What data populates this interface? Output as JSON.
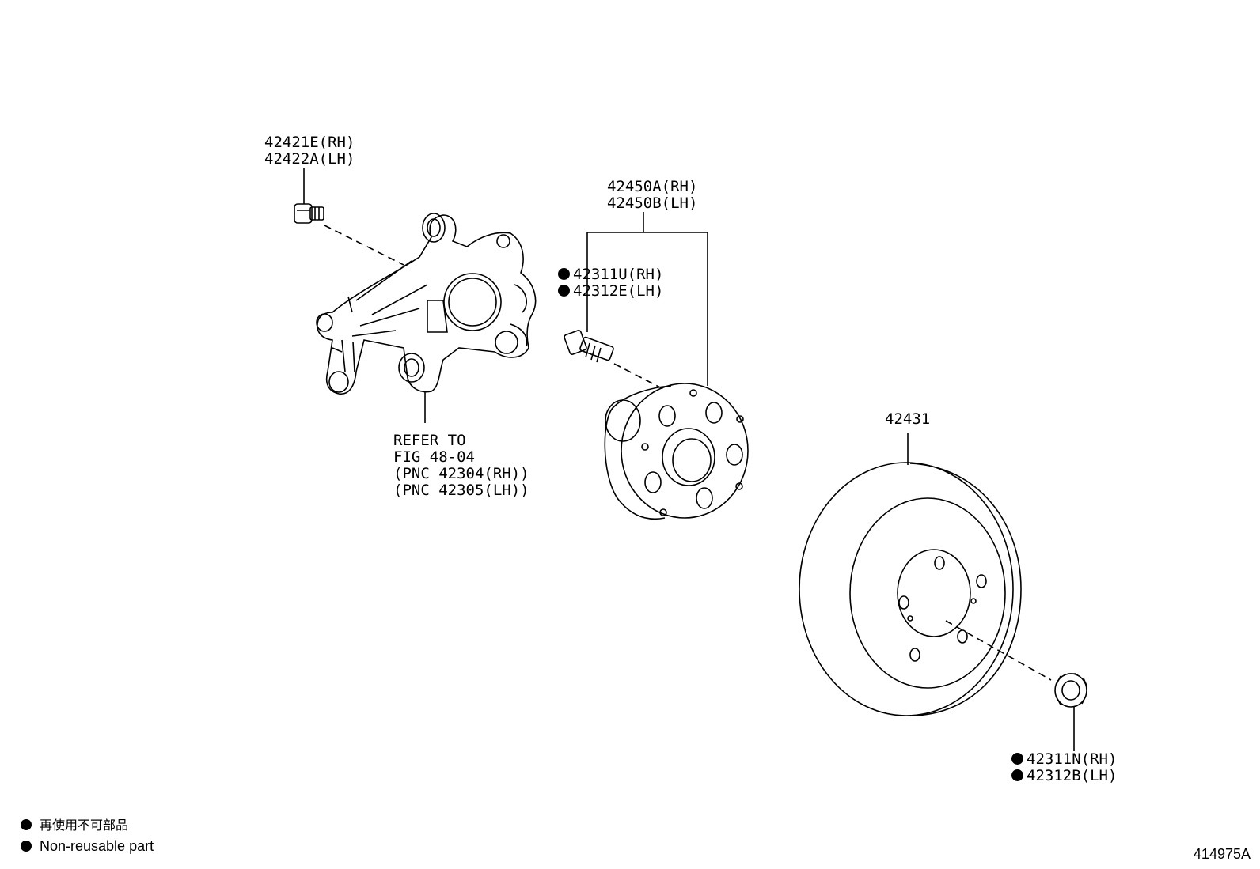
{
  "callouts": {
    "knuckle_bolt": {
      "rh": "42421E(RH)",
      "lh": "42422A(LH)"
    },
    "hub_assembly": {
      "rh": "42450A(RH)",
      "lh": "42450B(LH)"
    },
    "hub_bolt": {
      "rh": "42311U(RH)",
      "lh": "42312E(LH)"
    },
    "refer": {
      "line1": "REFER TO",
      "line2": "FIG 48-04",
      "line3": "(PNC 42304(RH))",
      "line4": "(PNC 42305(LH))"
    },
    "disc": {
      "part": "42431"
    },
    "nut": {
      "rh": "42311N(RH)",
      "lh": "42312B(LH)"
    }
  },
  "legend": {
    "japanese": "再使用不可部品",
    "english": "Non-reusable part"
  },
  "figure_number": "414975A"
}
